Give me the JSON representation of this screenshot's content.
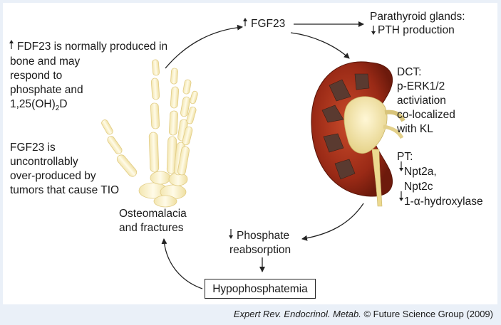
{
  "nodes": {
    "fgf23_up": "FGF23",
    "parathyroid": {
      "title": "Parathyroid glands:",
      "effect": "PTH production"
    },
    "bone_production": {
      "line1": "FDF23 is normally produced in",
      "line2": "bone and may",
      "line3": "respond to",
      "line4": "phosphate and",
      "line5_main": "1,25(OH)",
      "line5_sub": "2",
      "line5_tail": "D"
    },
    "tumor": {
      "line1": "FGF23 is",
      "line2": "uncontrollably",
      "line3": "over-produced by",
      "line4": "tumors that cause TIO"
    },
    "osteomalacia": {
      "line1": "Osteomalacia",
      "line2": "and fractures"
    },
    "dct": {
      "line1": "DCT:",
      "line2": "p-ERK1/2",
      "line3": "activiation",
      "line4": "co-localized",
      "line5": "with KL"
    },
    "pt": {
      "title": "PT:",
      "item1": "Npt2a,",
      "item2": "Npt2c",
      "item3": "1-α-hydroxylase"
    },
    "phosphate": {
      "line1": "Phosphate",
      "line2": "reabsorption"
    },
    "hypophosphatemia": "Hypophosphatemia"
  },
  "citation": {
    "journal": "Expert Rev. Endocrinol. Metab.",
    "rest": "© Future Science Group (2009)"
  }
}
